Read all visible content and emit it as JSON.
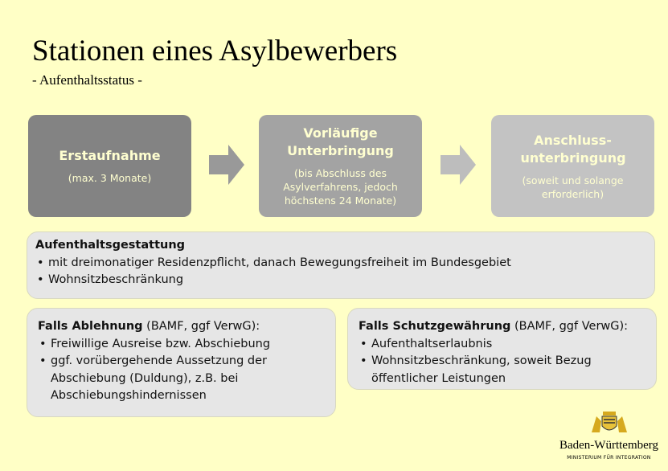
{
  "title": "Stationen eines Asylbewerbers",
  "subtitle": "- Aufenthaltsstatus -",
  "stages": [
    {
      "heading": "Erstaufnahme",
      "detail": "(max. 3 Monate)",
      "color": "#838383"
    },
    {
      "heading": "Vorläufige Unterbringung",
      "detail": "(bis Abschluss des Asylverfahrens, jedoch höchstens 24 Monate)",
      "color": "#a3a3a3"
    },
    {
      "heading": "Anschluss-unterbringung",
      "detail": "(soweit und solange erforderlich)",
      "color": "#c3c3c3"
    }
  ],
  "gestattung": {
    "heading": "Aufenthaltsgestattung",
    "items": [
      "mit dreimonatiger Residenzpflicht, danach Bewegungsfreiheit im Bundesgebiet",
      "Wohnsitzbeschränkung"
    ]
  },
  "ablehnung": {
    "heading": "Falls Ablehnung",
    "suffix": " (BAMF, ggf VerwG):",
    "items": [
      "Freiwillige Ausreise bzw. Abschiebung",
      "ggf. vorübergehende Aussetzung der Abschiebung (Duldung), z.B. bei Abschiebungshindernissen"
    ]
  },
  "schutz": {
    "heading": "Falls Schutzgewährung",
    "suffix": " (BAMF, ggf VerwG):",
    "items": [
      "Aufenthaltserlaubnis",
      "Wohnsitzbeschränkung, soweit Bezug öffentlicher Leistungen"
    ]
  },
  "logo": {
    "name": "Baden-Württemberg",
    "ministry": "MINISTERIUM FÜR INTEGRATION"
  }
}
